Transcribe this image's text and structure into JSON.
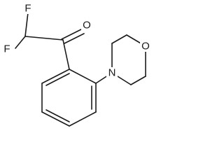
{
  "molecule": {
    "atoms": {
      "f_top": "F",
      "f_left": "F",
      "o_carbonyl": "O",
      "n_morpholine": "N",
      "o_morpholine": "O"
    }
  }
}
